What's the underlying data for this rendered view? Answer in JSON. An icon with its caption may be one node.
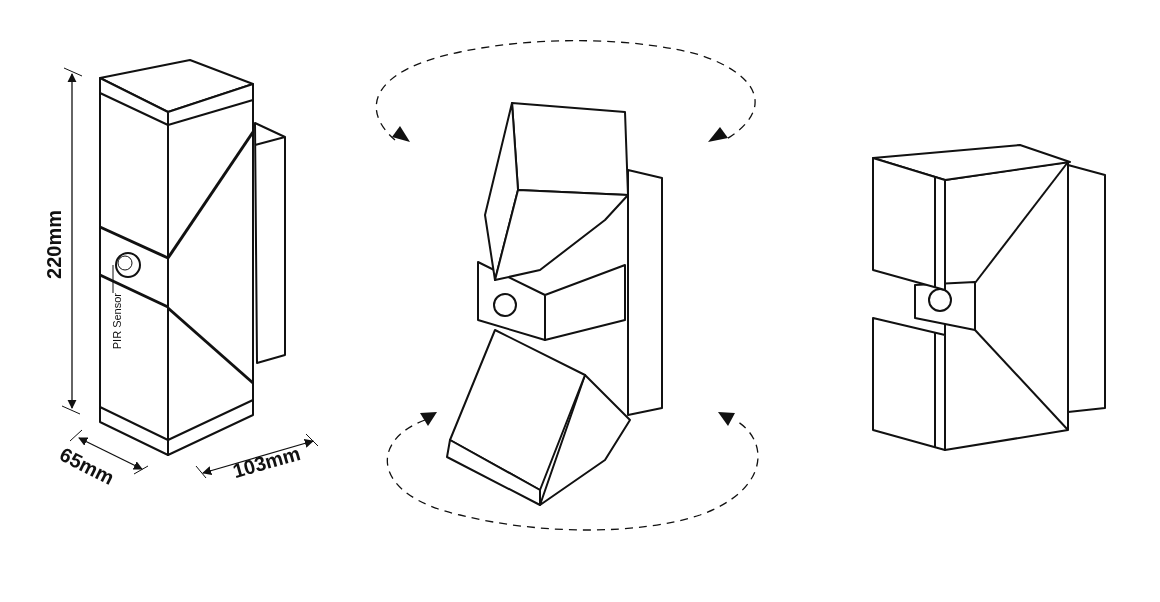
{
  "diagram": {
    "nodes": [
      {
        "text": [
          "PIR Sensor"
        ]
      },
      {
        "text": [],
        "shape": "circle"
      }
    ],
    "edges": [
      {
        "from": 0,
        "to": 1,
        "arrow": "none"
      }
    ],
    "labels": [
      "220mm",
      "65mm",
      "103mm"
    ]
  }
}
